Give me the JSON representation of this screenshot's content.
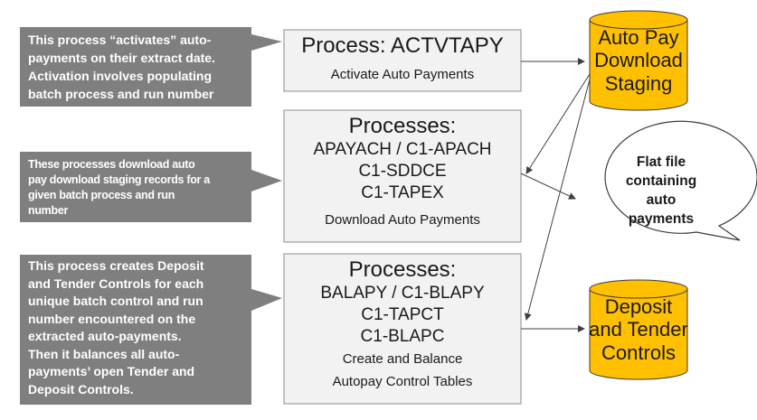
{
  "callouts": [
    {
      "lines": [
        "This process “activates” auto-",
        "payments on their extract date.",
        "Activation involves populating",
        "batch process and run number"
      ]
    },
    {
      "lines": [
        "These processes download  auto",
        "pay download staging records for a",
        "given batch process and run",
        "number"
      ]
    },
    {
      "lines": [
        "This process creates Deposit",
        "and Tender Controls for each",
        "unique batch control and run",
        "number encountered on the",
        "extracted auto-payments.",
        "Then it balances all auto-",
        "payments’ open Tender and",
        "Deposit Controls."
      ]
    }
  ],
  "processes": [
    {
      "title": "Process: ACTVTAPY",
      "codes": [],
      "desc": [
        "Activate Auto Payments"
      ]
    },
    {
      "title": "Processes:",
      "codes": [
        "APAYACH / C1-APACH",
        "C1-SDDCE",
        "C1-TAPEX"
      ],
      "desc": [
        "Download Auto Payments"
      ]
    },
    {
      "title": "Processes:",
      "codes": [
        "BALAPY / C1-BLAPY",
        "C1-TAPCT",
        "C1-BLAPC"
      ],
      "desc": [
        "Create and Balance",
        "Autopay Control Tables"
      ]
    }
  ],
  "stores": [
    {
      "lines": [
        "Auto Pay",
        "Download",
        "Staging"
      ]
    },
    {
      "lines": [
        "Deposit",
        "and Tender",
        "Controls"
      ]
    }
  ],
  "flat_file": {
    "lines": [
      "Flat file",
      "containing",
      "auto",
      "payments"
    ]
  },
  "colors": {
    "callout": "#7f7f7f",
    "process_fill": "#f2f2f2",
    "process_border": "#8c8c8c",
    "db_fill": "#ffc000",
    "db_stroke": "#3a3a3a",
    "arrow": "#404040"
  }
}
